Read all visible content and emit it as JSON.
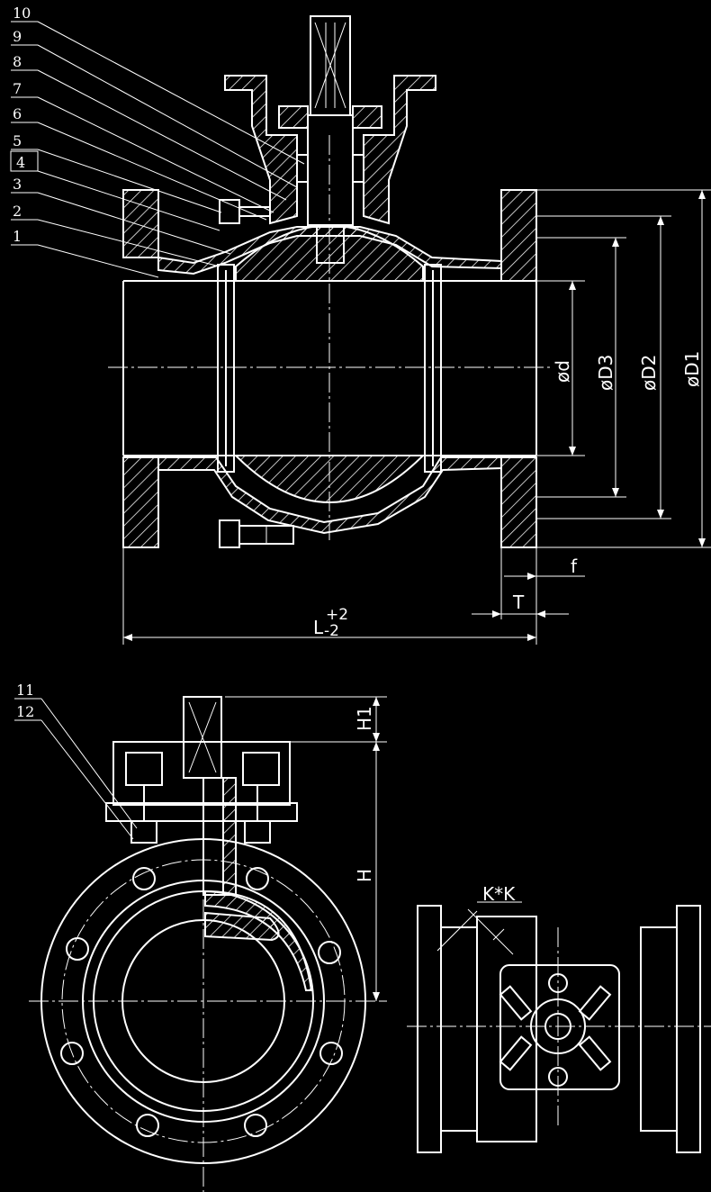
{
  "callouts_front": [
    "10",
    "9",
    "8",
    "7",
    "6",
    "5",
    "4",
    "3",
    "2",
    "1"
  ],
  "callouts_side": [
    "11",
    "12"
  ],
  "dimensions": {
    "d": "ød",
    "D3": "øD3",
    "D2": "øD2",
    "D1": "øD1",
    "f": "f",
    "T": "T",
    "L": "L",
    "L_tol_upper": "+2",
    "L_tol_lower": "-2",
    "H1": "H1",
    "H": "H",
    "KK": "K*K"
  },
  "colors": {
    "background": "#000000",
    "line": "#ffffff"
  }
}
